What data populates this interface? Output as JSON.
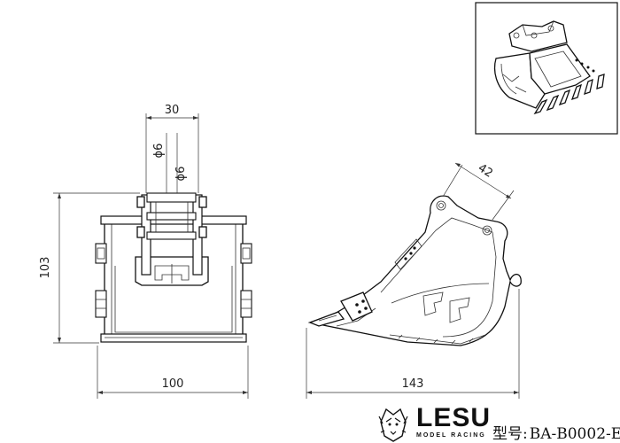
{
  "dimensions": {
    "width_top": "30",
    "pin_dia_1": "ϕ6",
    "pin_dia_2": "ϕ6",
    "height": "103",
    "width_bottom": "100",
    "side_top": "42",
    "side_length": "143"
  },
  "brand": {
    "name": "LESU",
    "tagline": "MODEL RACING",
    "model_label": "型号:",
    "model_number": "BA-B0002-E"
  }
}
